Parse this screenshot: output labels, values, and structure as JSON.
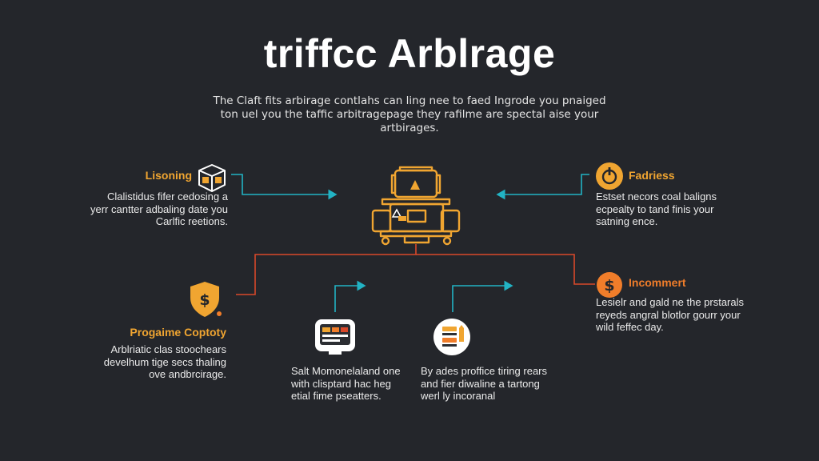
{
  "title": "triffcc Arblrage",
  "subtitle": "The Claft fits arbirage contlahs can ling nee to faed Ingrode you pnaiged ton uel you the taffic arbitragepage they rafilme are spectal aise your artbirages.",
  "nodes": {
    "lisoning": {
      "heading": "Lisoning",
      "body": "Clalistidus fifer cedosing a yerr cantter adbaling date you Carlfic reetions."
    },
    "fadriess": {
      "heading": "Fadriess",
      "body": "Estset necors coal baligns ecpealty to tand finis your satning ence."
    },
    "incommert": {
      "heading": "Incommert",
      "body": "Lesielr and gald ne the prstarals reyeds angral blotlor gourr your wild feffec day."
    },
    "progaime": {
      "heading": "Progaime Coptoty",
      "body": "Arblriatic clas stoochears develhum tige secs thaling ove andbrcirage."
    },
    "monitor": {
      "body": "Salt Momonelaland one with clisptard hac heg etial fime pseatters."
    },
    "report": {
      "body": "By ades proffice tiring rears and fier diwaline a tartong werl ly incoranal"
    }
  },
  "colors": {
    "background": "#24262b",
    "accent_yellow": "#f0a531",
    "accent_orange": "#f07d2a",
    "teal": "#22b3c4",
    "red_line": "#d9482a"
  }
}
